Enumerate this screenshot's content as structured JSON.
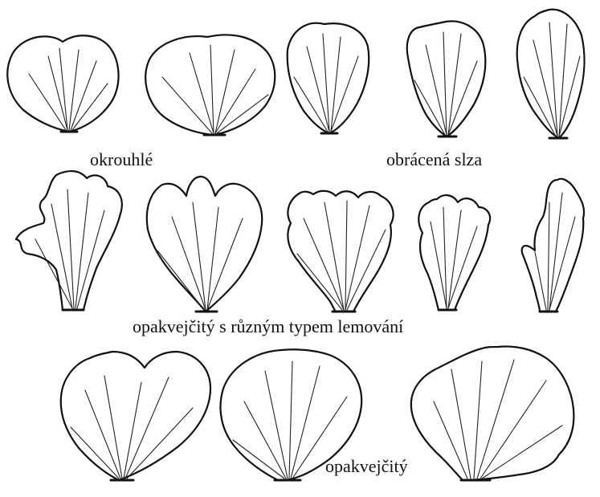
{
  "labels": {
    "row1_left": "okrouhlé",
    "row1_right": "obrácená slza",
    "row2": "opakvejčitý s různým typem lemování",
    "row3": "opakvejčitý"
  },
  "colors": {
    "outline": "#111111",
    "fill": "#ffffff",
    "background": "#ffffff"
  }
}
